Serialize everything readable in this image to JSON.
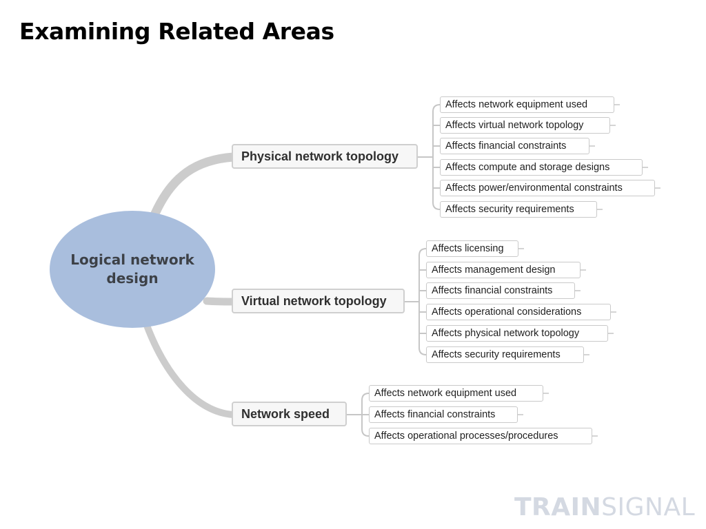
{
  "slide": {
    "title": "Examining Related Areas"
  },
  "diagram": {
    "center": "Logical network design",
    "branches": [
      {
        "label": "Physical network topology",
        "items": [
          "Affects network equipment used",
          "Affects virtual network topology",
          "Affects financial constraints",
          "Affects compute and storage designs",
          "Affects power/environmental constraints",
          "Affects security requirements"
        ]
      },
      {
        "label": "Virtual network topology",
        "items": [
          "Affects licensing",
          "Affects management design",
          "Affects financial constraints",
          "Affects operational considerations",
          "Affects physical network topology",
          "Affects security requirements"
        ]
      },
      {
        "label": "Network speed",
        "items": [
          "Affects network equipment used",
          "Affects financial constraints",
          "Affects operational processes/procedures"
        ]
      }
    ]
  },
  "brand": {
    "part1": "TRAIN",
    "part2": "SIGNAL"
  },
  "colors": {
    "center_fill": "#a9bedd",
    "connector": "#cccccc",
    "node_border": "#cfcfcf",
    "brand": "#d4d9e2"
  }
}
